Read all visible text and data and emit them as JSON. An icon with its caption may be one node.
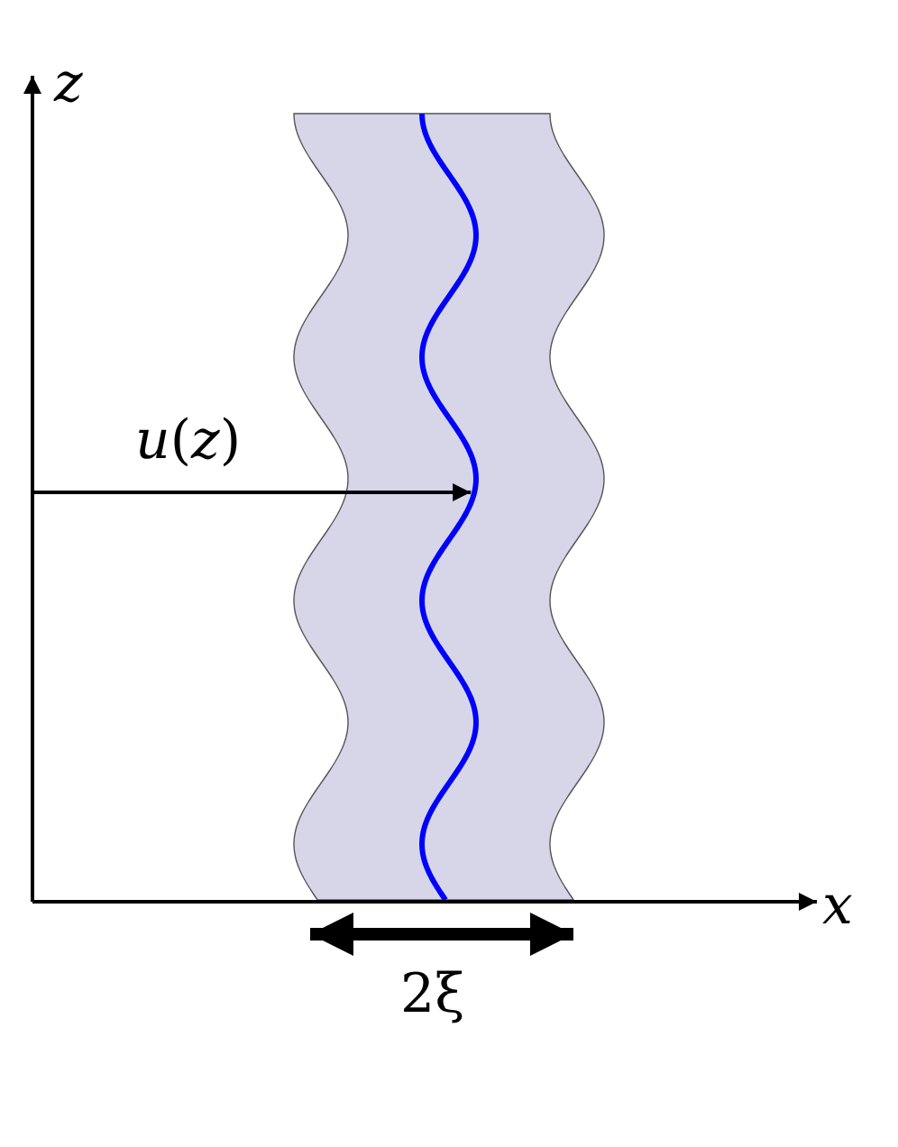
{
  "diagram": {
    "nodes": [
      {
        "text": [],
        "shape": "band"
      },
      {
        "text": [],
        "shape": "curve",
        "in": 0
      }
    ],
    "edges": [
      {
        "from": null,
        "to": 1,
        "arrow": "to",
        "label": "*u*(*z*)"
      }
    ],
    "labels": [
      "*z*",
      "*x*",
      "2ξ"
    ]
  }
}
